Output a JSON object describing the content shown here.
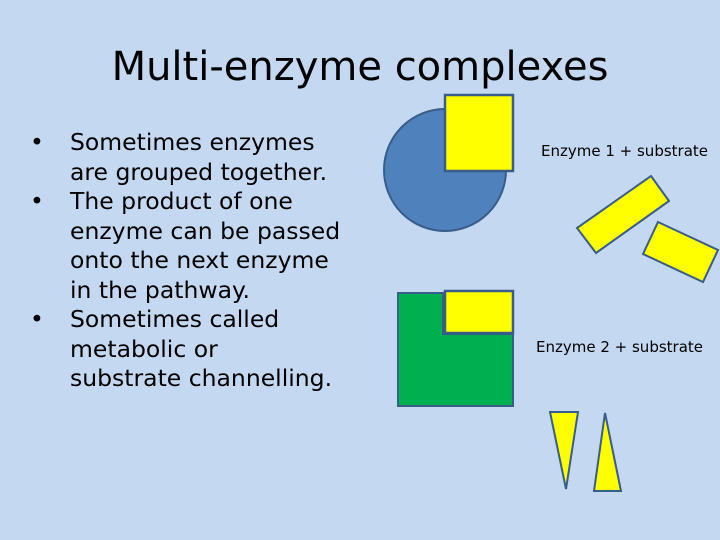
{
  "slide": {
    "title": "Multi-enzyme complexes",
    "bullets": [
      {
        "lines": [
          "Sometimes enzymes",
          "are grouped together."
        ]
      },
      {
        "lines": [
          "The product of one",
          "enzyme can be passed",
          "onto the next enzyme",
          "in the pathway."
        ]
      },
      {
        "lines": [
          "Sometimes called",
          "metabolic or",
          "substrate  channelling."
        ]
      }
    ]
  },
  "labels": {
    "enzyme1": "Enzyme 1 + substrate",
    "enzyme2": "Enzyme 2 + substrate"
  },
  "colors": {
    "background": "#c5d8f1",
    "yellow": "#ffff00",
    "blue": "#4f81bd",
    "green": "#00b050",
    "outline": "#385d8a"
  }
}
